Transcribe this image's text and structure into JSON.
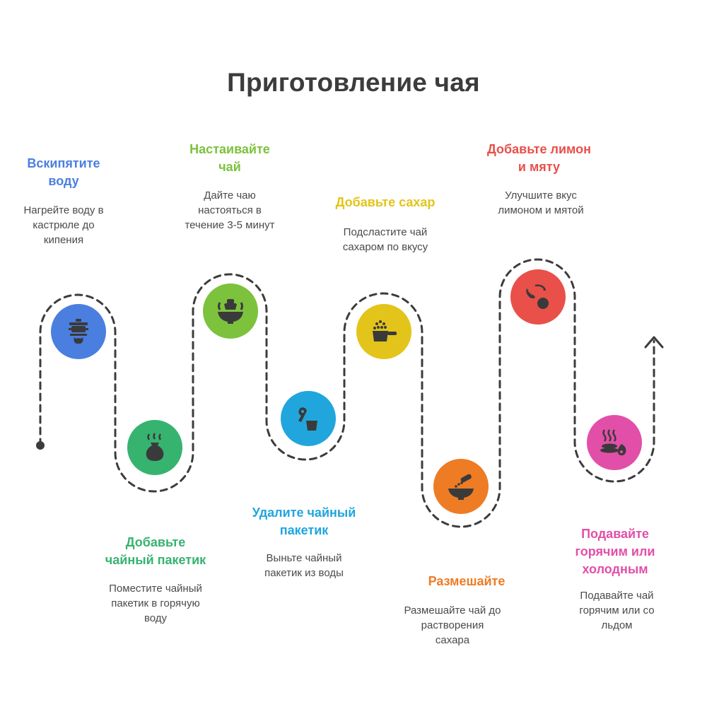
{
  "title": "Приготовление чая",
  "colors": {
    "boil": "#4a7fe0",
    "teabag": "#37b370",
    "steep": "#7cc23c",
    "remove": "#20a6dd",
    "sugar": "#e3c41a",
    "stir": "#ed7c24",
    "lemon": "#e85049",
    "serve": "#e24fa9",
    "icon": "#3a3a3a",
    "path": "#3c3c3c"
  },
  "steps": [
    {
      "id": "boil",
      "title_lines": [
        "Вскипятите",
        "воду"
      ],
      "desc_lines": [
        "Нагрейте воду в",
        "кастрюле до",
        "кипения"
      ],
      "icon": "stove-pot-icon"
    },
    {
      "id": "teabag",
      "title_lines": [
        "Добавьте",
        "чайный пакетик"
      ],
      "desc_lines": [
        "Поместите чайный",
        "пакетик в горячую",
        "воду"
      ],
      "icon": "tea-bag-icon"
    },
    {
      "id": "steep",
      "title_lines": [
        "Настаивайте",
        "чай"
      ],
      "desc_lines": [
        "Дайте чаю",
        "настояться в",
        "течение 3-5 минут"
      ],
      "icon": "steaming-bowl-icon"
    },
    {
      "id": "remove",
      "title_lines": [
        "Удалите чайный",
        "пакетик"
      ],
      "desc_lines": [
        "Выньте чайный",
        "пакетик из воды"
      ],
      "icon": "remove-bag-cup-icon"
    },
    {
      "id": "sugar",
      "title_lines": [
        "Добавьте сахар"
      ],
      "desc_lines": [
        "Подсластите чай",
        "сахаром по вкусу"
      ],
      "icon": "sugar-scoop-icon"
    },
    {
      "id": "stir",
      "title_lines": [
        "Размешайте"
      ],
      "desc_lines": [
        "Размешайте чай до",
        "растворения",
        "сахара"
      ],
      "icon": "stir-bowl-icon"
    },
    {
      "id": "lemon",
      "title_lines": [
        "Добавьте лимон",
        "и мяту"
      ],
      "desc_lines": [
        "Улучшите вкус",
        "лимоном и мятой"
      ],
      "icon": "lemon-mint-icon"
    },
    {
      "id": "serve",
      "title_lines": [
        "Подавайте",
        "горячим или",
        "холодным"
      ],
      "desc_lines": [
        "Подавайте чай",
        "горячим или со",
        "льдом"
      ],
      "icon": "hot-cold-serve-icon"
    }
  ]
}
